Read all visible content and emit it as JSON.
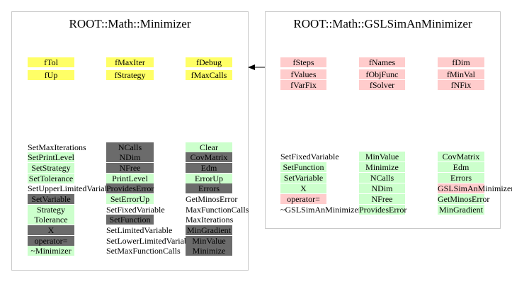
{
  "left": {
    "title": "ROOT::Math::Minimizer",
    "members": [
      {
        "text": "fTol",
        "color": "yellow"
      },
      {
        "text": "fMaxIter",
        "color": "yellow"
      },
      {
        "text": "fDebug",
        "color": "yellow"
      },
      {
        "text": "fUp",
        "color": "yellow"
      },
      {
        "text": "fStrategy",
        "color": "yellow"
      },
      {
        "text": "fMaxCalls",
        "color": "yellow"
      }
    ],
    "col1": [
      {
        "text": "SetMaxIterations",
        "color": "none"
      },
      {
        "text": "SetPrintLevel",
        "color": "green"
      },
      {
        "text": "SetStrategy",
        "color": "green"
      },
      {
        "text": "SetTolerance",
        "color": "green"
      },
      {
        "text": "SetUpperLimitedVariable",
        "color": "none"
      },
      {
        "text": "SetVariable",
        "color": "gray"
      },
      {
        "text": "Strategy",
        "color": "green"
      },
      {
        "text": "Tolerance",
        "color": "green"
      },
      {
        "text": "X",
        "color": "gray"
      },
      {
        "text": "operator=",
        "color": "gray"
      },
      {
        "text": "~Minimizer",
        "color": "green"
      }
    ],
    "col2": [
      {
        "text": "NCalls",
        "color": "gray"
      },
      {
        "text": "NDim",
        "color": "gray"
      },
      {
        "text": "NFree",
        "color": "gray"
      },
      {
        "text": "PrintLevel",
        "color": "green"
      },
      {
        "text": "ProvidesError",
        "color": "gray"
      },
      {
        "text": "SetErrorUp",
        "color": "green"
      },
      {
        "text": "SetFixedVariable",
        "color": "none"
      },
      {
        "text": "SetFunction",
        "color": "gray"
      },
      {
        "text": "SetLimitedVariable",
        "color": "none"
      },
      {
        "text": "SetLowerLimitedVariable",
        "color": "none"
      },
      {
        "text": "SetMaxFunctionCalls",
        "color": "none"
      }
    ],
    "col3": [
      {
        "text": "Clear",
        "color": "green"
      },
      {
        "text": "CovMatrix",
        "color": "gray"
      },
      {
        "text": "Edm",
        "color": "gray"
      },
      {
        "text": "ErrorUp",
        "color": "green"
      },
      {
        "text": "Errors",
        "color": "gray"
      },
      {
        "text": "GetMinosError",
        "color": "none"
      },
      {
        "text": "MaxFunctionCalls",
        "color": "none"
      },
      {
        "text": "MaxIterations",
        "color": "none"
      },
      {
        "text": "MinGradient",
        "color": "gray"
      },
      {
        "text": "MinValue",
        "color": "gray"
      },
      {
        "text": "Minimize",
        "color": "gray"
      }
    ]
  },
  "right": {
    "title": "ROOT::Math::GSLSimAnMinimizer",
    "members": [
      {
        "text": "fSteps",
        "color": "pink"
      },
      {
        "text": "fNames",
        "color": "pink"
      },
      {
        "text": "fDim",
        "color": "pink"
      },
      {
        "text": "fValues",
        "color": "pink"
      },
      {
        "text": "fObjFunc",
        "color": "pink"
      },
      {
        "text": "fMinVal",
        "color": "pink"
      },
      {
        "text": "fVarFix",
        "color": "pink"
      },
      {
        "text": "fSolver",
        "color": "pink"
      },
      {
        "text": "fNFix",
        "color": "pink"
      }
    ],
    "col1": [
      {
        "text": "SetFixedVariable",
        "color": "none"
      },
      {
        "text": "SetFunction",
        "color": "green"
      },
      {
        "text": "SetVariable",
        "color": "green"
      },
      {
        "text": "X",
        "color": "green"
      },
      {
        "text": "operator=",
        "color": "pink"
      },
      {
        "text": "~GSLSimAnMinimizer",
        "color": "none"
      }
    ],
    "col2": [
      {
        "text": "MinValue",
        "color": "green"
      },
      {
        "text": "Minimize",
        "color": "green"
      },
      {
        "text": "NCalls",
        "color": "green"
      },
      {
        "text": "NDim",
        "color": "green"
      },
      {
        "text": "NFree",
        "color": "green"
      },
      {
        "text": "ProvidesError",
        "color": "green"
      }
    ],
    "col3": [
      {
        "text": "CovMatrix",
        "color": "green"
      },
      {
        "text": "Edm",
        "color": "green"
      },
      {
        "text": "Errors",
        "color": "green"
      },
      {
        "text": "GSLSimAnMinimizer",
        "color": "pink"
      },
      {
        "text": "GetMinosError",
        "color": "green"
      },
      {
        "text": "MinGradient",
        "color": "green"
      }
    ]
  }
}
